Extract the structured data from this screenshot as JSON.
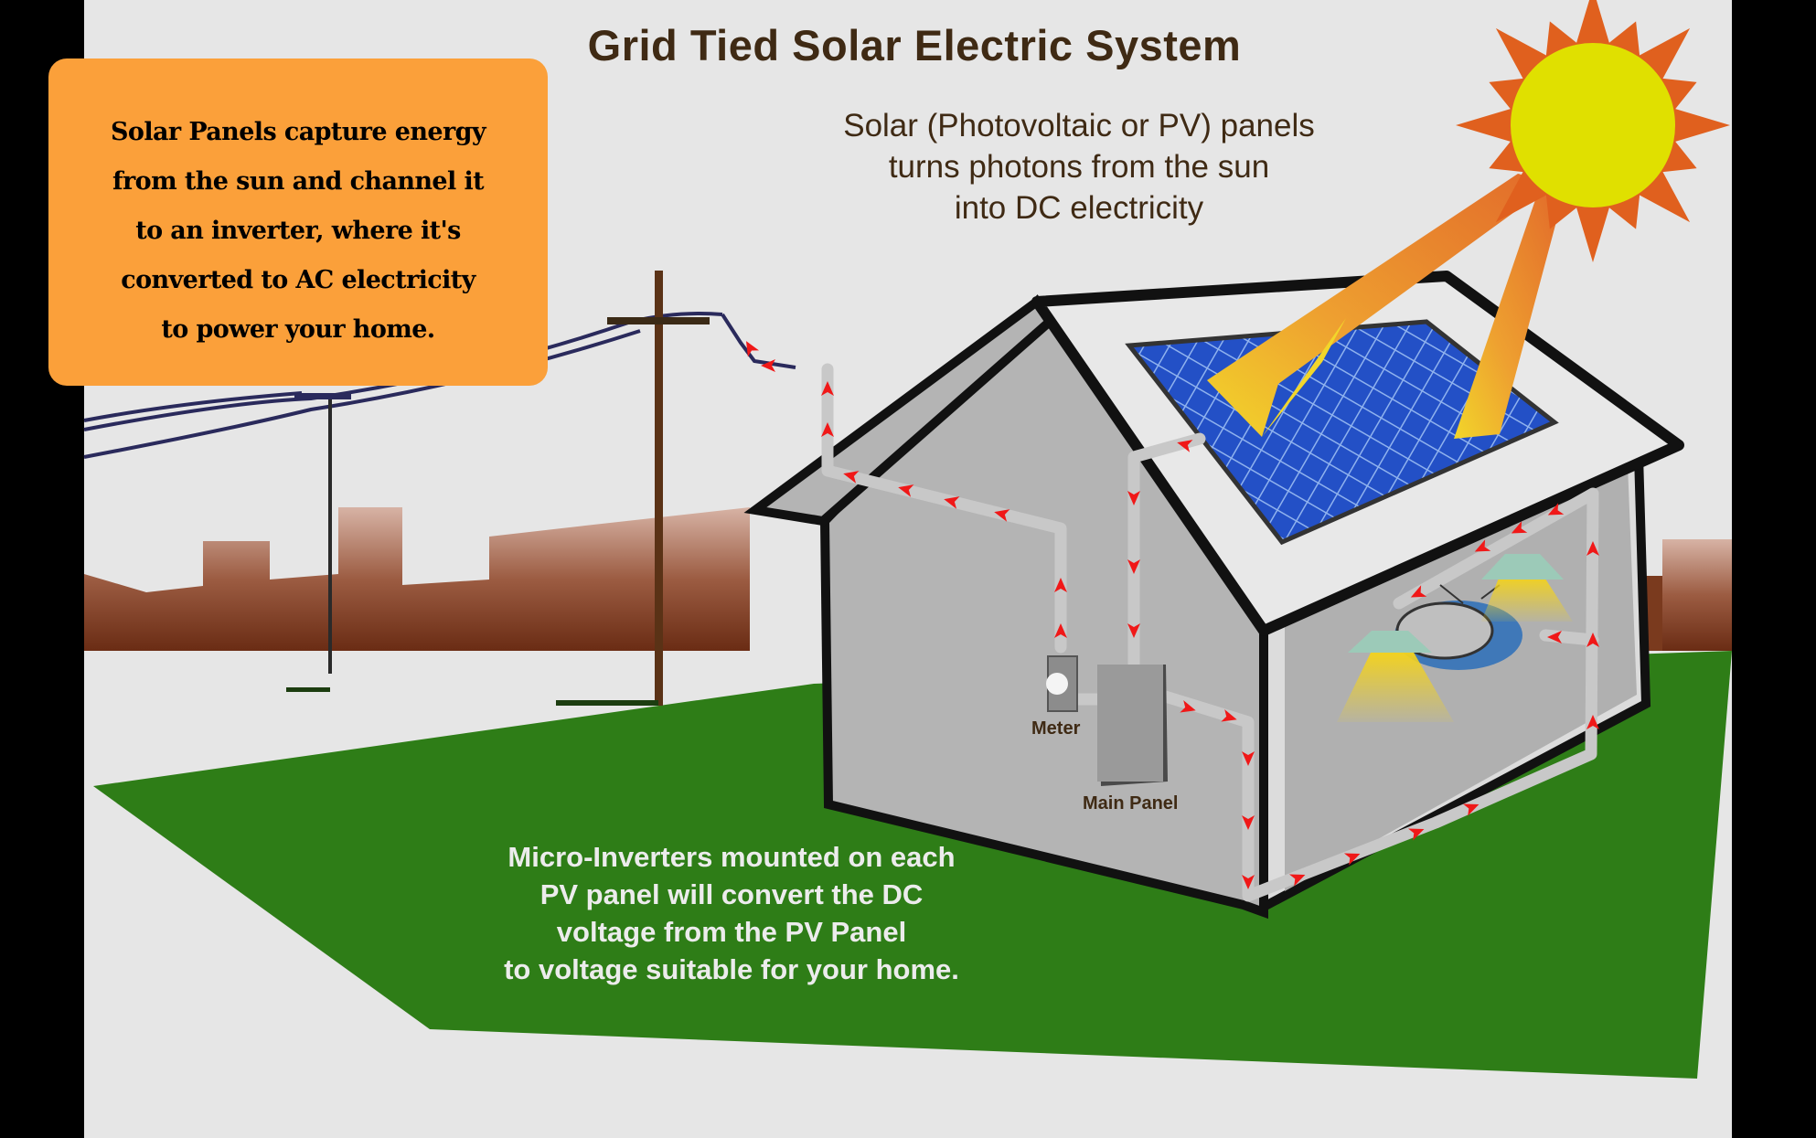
{
  "title": "Grid Tied Solar Electric System",
  "callout": {
    "lines": [
      "Solar Panels capture energy",
      "from the sun and channel it",
      "to an inverter, where it's",
      "converted to AC electricity",
      "to power your home."
    ],
    "color": "#fba03a"
  },
  "pv_note": {
    "lines": [
      "Solar (Photovoltaic or PV) panels",
      "turns photons from the sun",
      "into DC electricity"
    ]
  },
  "labels": {
    "meter": "Meter",
    "main_panel": "Main Panel"
  },
  "inverter_note": {
    "lines": [
      "Micro-Inverters mounted on each",
      "PV panel will convert the DC",
      "voltage from the PV Panel",
      "to voltage suitable for your home."
    ]
  },
  "icons": {
    "sun": "sun-icon",
    "solar_panel": "solar-panel-icon",
    "utility_pole": "utility-pole-icon",
    "house": "house-icon",
    "meter": "electric-meter-icon",
    "main_panel": "breaker-panel-icon",
    "television": "television-icon",
    "lamp": "ceiling-lamp-icon",
    "flow_arrow": "current-flow-arrow-icon"
  },
  "colors": {
    "background": "#e6e6e6",
    "grass": "#2e7d17",
    "sun_core": "#e0e000",
    "sun_rays": "#e0601e",
    "title_text": "#3f2a14",
    "flow_arrow": "#f01818",
    "panel_blue": "#2250c8"
  }
}
